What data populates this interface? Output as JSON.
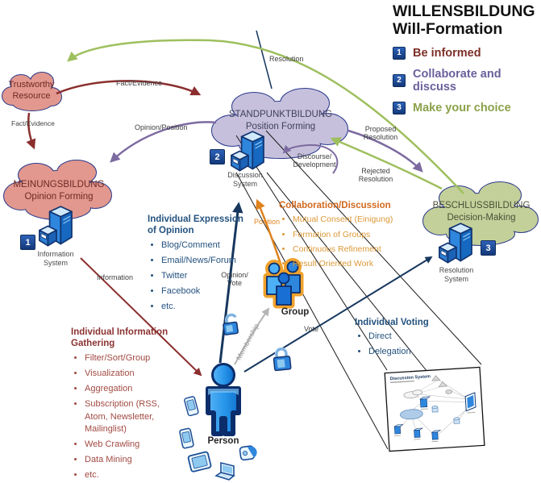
{
  "header": {
    "title_line1": "WILLENSBILDUNG",
    "title_line2": "Will-Formation",
    "legend": [
      {
        "num": "1",
        "label": "Be informed"
      },
      {
        "num": "2",
        "label": "Collaborate and discuss"
      },
      {
        "num": "3",
        "label": "Make your choice"
      }
    ]
  },
  "clouds": {
    "trustworthy": {
      "line1": "Trustworthy",
      "line2": "Resource"
    },
    "opinion": {
      "line1": "MEINUNGSBILDUNG",
      "line2": "Opinion Forming"
    },
    "position": {
      "line1": "STANDPUNKTBILDUNG",
      "line2": "Position Forming"
    },
    "decision": {
      "line1": "BESCHLUSSBILDUNG",
      "line2": "Decision-Making"
    }
  },
  "systems": {
    "information": {
      "badge": "1",
      "line1": "Information",
      "line2": "System"
    },
    "discussion": {
      "badge": "2",
      "line1": "Discussion",
      "line2": "System"
    },
    "resolution": {
      "badge": "3",
      "line1": "Resolution",
      "line2": "System"
    }
  },
  "actors": {
    "person": "Person",
    "group": "Group"
  },
  "arrow_labels": {
    "resolution": "Resolution",
    "fact_evidence_top": "Fact/Evidence",
    "fact_evidence_left": "Fact/Evidence",
    "opinion_position": "Opinion/Position",
    "proposed_line1": "Proposed",
    "proposed_line2": "Resolution",
    "rejected_line1": "Rejected",
    "rejected_line2": "Resolution",
    "discourse_line1": "Discourse/",
    "discourse_line2": "Development",
    "position": "Position",
    "opinion_vote_line1": "Opinion/",
    "opinion_vote_line2": "Vote",
    "information": "Information",
    "membership": "Membership",
    "vote": "Vote"
  },
  "lists": {
    "expression": {
      "title": "Individual Expression of Opinion",
      "items": [
        "Blog/Comment",
        "Email/News/Forum",
        "Twitter",
        "Facebook",
        "etc."
      ]
    },
    "collaboration": {
      "title": "Collaboration/Discussion",
      "items": [
        "Mutual Consent (Einigung)",
        "Formation of Groups",
        "Continuous Refinement",
        "Result Oriented Work"
      ]
    },
    "gathering": {
      "title": "Individual Information Gathering",
      "items": [
        "Filter/Sort/Group",
        "Visualization",
        "Aggregation",
        "Subscription (RSS, Atom, Newsletter, Mailinglist)",
        "Web Crawling",
        "Data Mining",
        "etc."
      ]
    },
    "voting": {
      "title": "Individual Voting",
      "items": [
        "Direct",
        "Delegation"
      ]
    }
  },
  "detail_box": {
    "title": "Discussion System"
  },
  "colors": {
    "maroon": "#8b2e2e",
    "purple": "#7c6aa0",
    "olive_green": "#9ebf5e",
    "orange": "#e0821e",
    "navy": "#17375e",
    "badge_blue": "#1f4c9c",
    "cloud_salmon": "#e2988e",
    "cloud_lavender": "#c6c0dc",
    "cloud_olive": "#c4d09a"
  }
}
